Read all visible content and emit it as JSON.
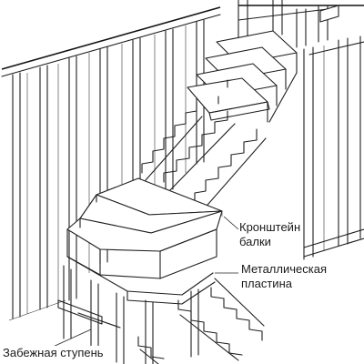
{
  "labels": {
    "bracket": {
      "line1": "Кронштейн",
      "line2": "балки"
    },
    "plate": {
      "line1": "Металлическая",
      "line2": "пластина"
    },
    "winder": "Забежная ступень"
  },
  "colors": {
    "ink": "#1e1e1e",
    "paper": "#ffffff"
  }
}
